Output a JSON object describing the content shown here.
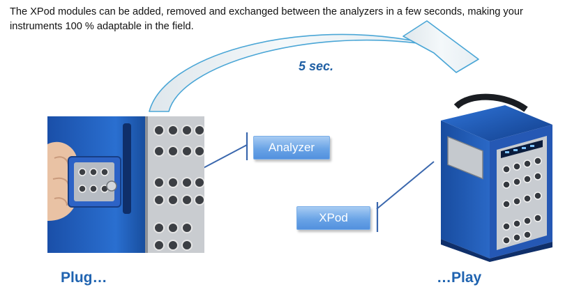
{
  "intro_text": "The XPod modules can be added, removed and exchanged between the analyzers in a few seconds, making your instruments 100 % adaptable in the field.",
  "timing_label": "5 sec.",
  "callouts": {
    "analyzer": "Analyzer",
    "xpod": "XPod"
  },
  "captions": {
    "plug": "Plug…",
    "play": "…Play"
  },
  "colors": {
    "accent_blue": "#1f63b0",
    "callout_fill": "#6aa4e6",
    "arrow_fill": "#e8f0f5",
    "arrow_stroke": "#4aa6d6",
    "device_blue": "#1d5fc0"
  }
}
